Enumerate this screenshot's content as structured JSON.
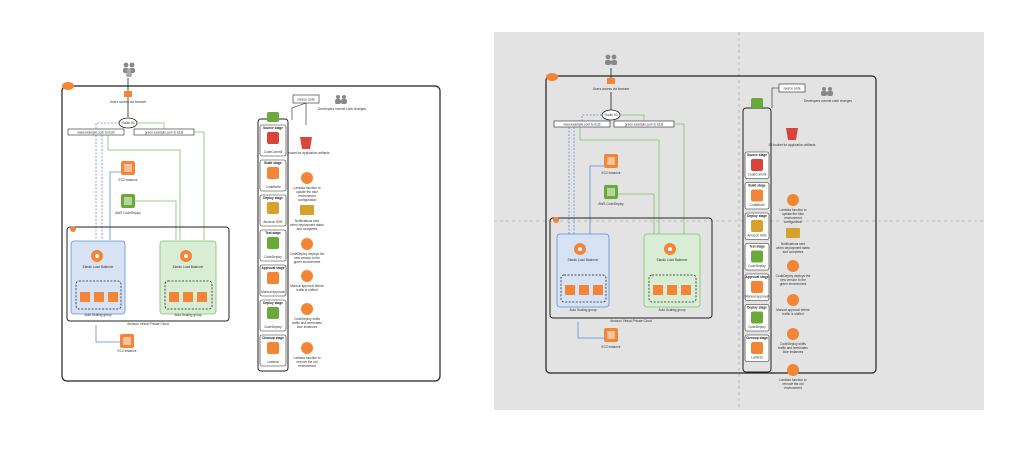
{
  "labels": {
    "users_caption": "Users access via browser",
    "router": "Route 53",
    "dns_left": "www.example.com to ELB",
    "dns_right": "green.example.com to ELB",
    "instance_top": "EC2 instance",
    "instance_mid": "AWS CodeDeploy",
    "lb_blue": "Elastic Load Balancer",
    "lb_green": "Elastic Load Balancer",
    "asg_blue": "Auto Scaling group",
    "asg_green": "Auto Scaling group",
    "vpc_label": "Amazon Virtual Private Cloud",
    "instance_bottom": "EC2 instance",
    "pipeline_label": "source code",
    "developer_caption": "Developers commit code changes",
    "s3_caption": "S3 bucket for application artifacts",
    "stage_labels": [
      "Source stage",
      "Build stage",
      "Deploy stage",
      "Test stage",
      "Approval stage",
      "Deploy stage",
      "Cleanup stage"
    ],
    "stage_sub": [
      "CodeCommit",
      "CodeBuild",
      "Amazon SNS",
      "CodeDeploy",
      "Manual approval",
      "CodeDeploy",
      "Lambda"
    ],
    "notes": [
      "Lambda function to update the blue environment configuration",
      "Notifications sent when deployment starts and completes",
      "CodeDeploy deploys the new version to the green environment",
      "Manual approval before traffic is shifted",
      "CodeDeploy shifts traffic and terminates blue instances",
      "Lambda function to remove the old environment"
    ]
  },
  "colors": {
    "orange": "#f58536",
    "green_icon": "#6aaa3a",
    "blue_line": "#5b8fd6",
    "green_line": "#7cc46a",
    "blue_fill": "#d7e3f5",
    "green_fill": "#d9edd5",
    "s3_red": "#d9443b",
    "sns_gold": "#d8a12b"
  },
  "icons": [
    "users-icon",
    "developer-icon",
    "ec2-icon",
    "codedeploy-icon",
    "elb-icon",
    "lambda-icon",
    "s3-icon",
    "sns-icon",
    "codecommit-icon",
    "approval-icon",
    "aws-cloud-icon"
  ]
}
